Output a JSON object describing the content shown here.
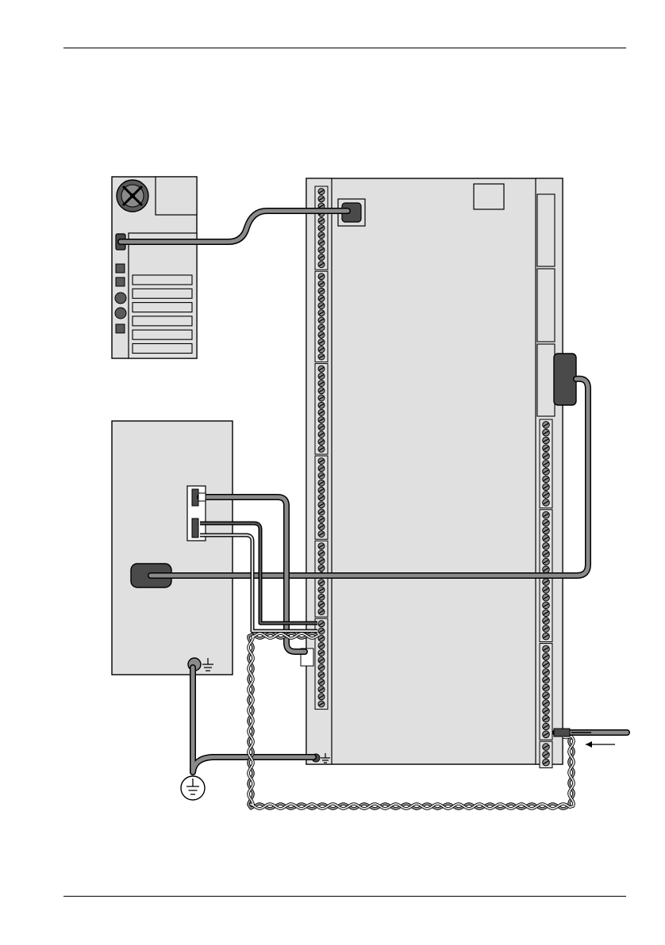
{
  "colors": {
    "panel_fill": "#e0e0e0",
    "cable": "#8a8a8a",
    "connector": "#4a4a4a",
    "outline": "#000000"
  },
  "icons": {
    "computer": "pc-tower-icon",
    "fan": "fan-icon",
    "power_supply": "power-supply-icon",
    "ground": "ground-icon",
    "screw_terminal": "screw-terminal-icon"
  },
  "terminal_blocks": {
    "left_screw_counts": [
      11,
      12,
      12,
      11,
      10,
      12
    ],
    "right_screw_counts": [
      11,
      8,
      8,
      12,
      3
    ]
  },
  "pc_slots": 6
}
